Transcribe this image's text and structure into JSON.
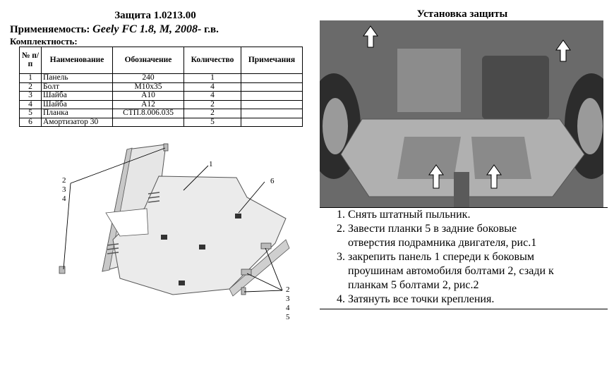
{
  "header": {
    "title": "Защита 1.0213.00",
    "applicability_label": "Применяемость:",
    "applicability_model": "Geely FC 1.8, M, 2008-",
    "applicability_suffix": "г.в.",
    "kit_label": "Комплектность:"
  },
  "parts_table": {
    "columns": [
      "№ п/п",
      "Наименование",
      "Обозначение",
      "Количество",
      "Примечания"
    ],
    "rows": [
      {
        "num": "1",
        "name": "Панель",
        "code": "240",
        "qty": "1",
        "note": ""
      },
      {
        "num": "2",
        "name": "Болт",
        "code": "M10x35",
        "qty": "4",
        "note": ""
      },
      {
        "num": "3",
        "name": "Шайба",
        "code": "A10",
        "qty": "4",
        "note": ""
      },
      {
        "num": "4",
        "name": "Шайба",
        "code": "A12",
        "qty": "2",
        "note": ""
      },
      {
        "num": "5",
        "name": "Планка",
        "code": "СТП.8.006.035",
        "qty": "2",
        "note": ""
      },
      {
        "num": "6",
        "name": "Амортизатор 30",
        "code": "",
        "qty": "5",
        "note": ""
      }
    ]
  },
  "drawing": {
    "callout_left": [
      "2",
      "3",
      "4"
    ],
    "callout_top": "1",
    "callout_right": "6",
    "callout_bottom": [
      "2",
      "3",
      "4",
      "5"
    ]
  },
  "install": {
    "title": "Установка защиты",
    "steps": [
      [
        "1. Снять штатный пыльник."
      ],
      [
        "2. Завести планки 5 в задние боковые",
        "отверстия подрамника двигателя, рис.1"
      ],
      [
        "3. закрепить панель 1 спереди к боковым",
        "проушинам автомобиля болтами 2, сзади к",
        "планкам 5 болтами 2, рис.2"
      ],
      [
        "4. Затянуть все точки крепления."
      ]
    ]
  }
}
